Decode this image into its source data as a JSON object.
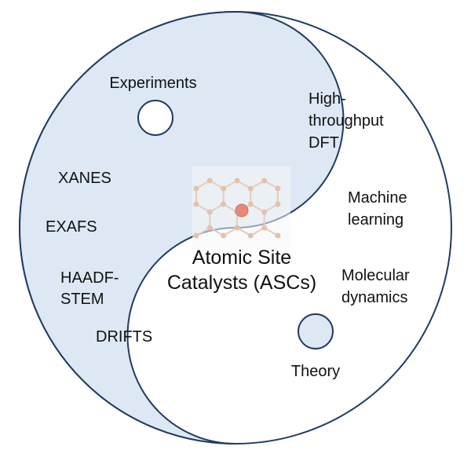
{
  "center": {
    "line1": "Atomic Site",
    "line2": "Catalysts (ASCs)"
  },
  "experiments": {
    "title": "Experiments",
    "items": [
      "XANES",
      "EXAFS",
      "HAADF-",
      "STEM",
      "DRIFTS"
    ]
  },
  "theory": {
    "title": "Theory",
    "items": [
      "High-",
      "throughput",
      "DFT",
      "Machine",
      "learning",
      "Molecular",
      "dynamics"
    ]
  },
  "colors": {
    "experiments_fill": "#dde8f4",
    "theory_fill": "#ffffff",
    "outline": "#1f3b63",
    "lattice_bond": "#e6cbbf",
    "lattice_atom": "#e3c1ae",
    "center_atom": "#e48a78"
  }
}
